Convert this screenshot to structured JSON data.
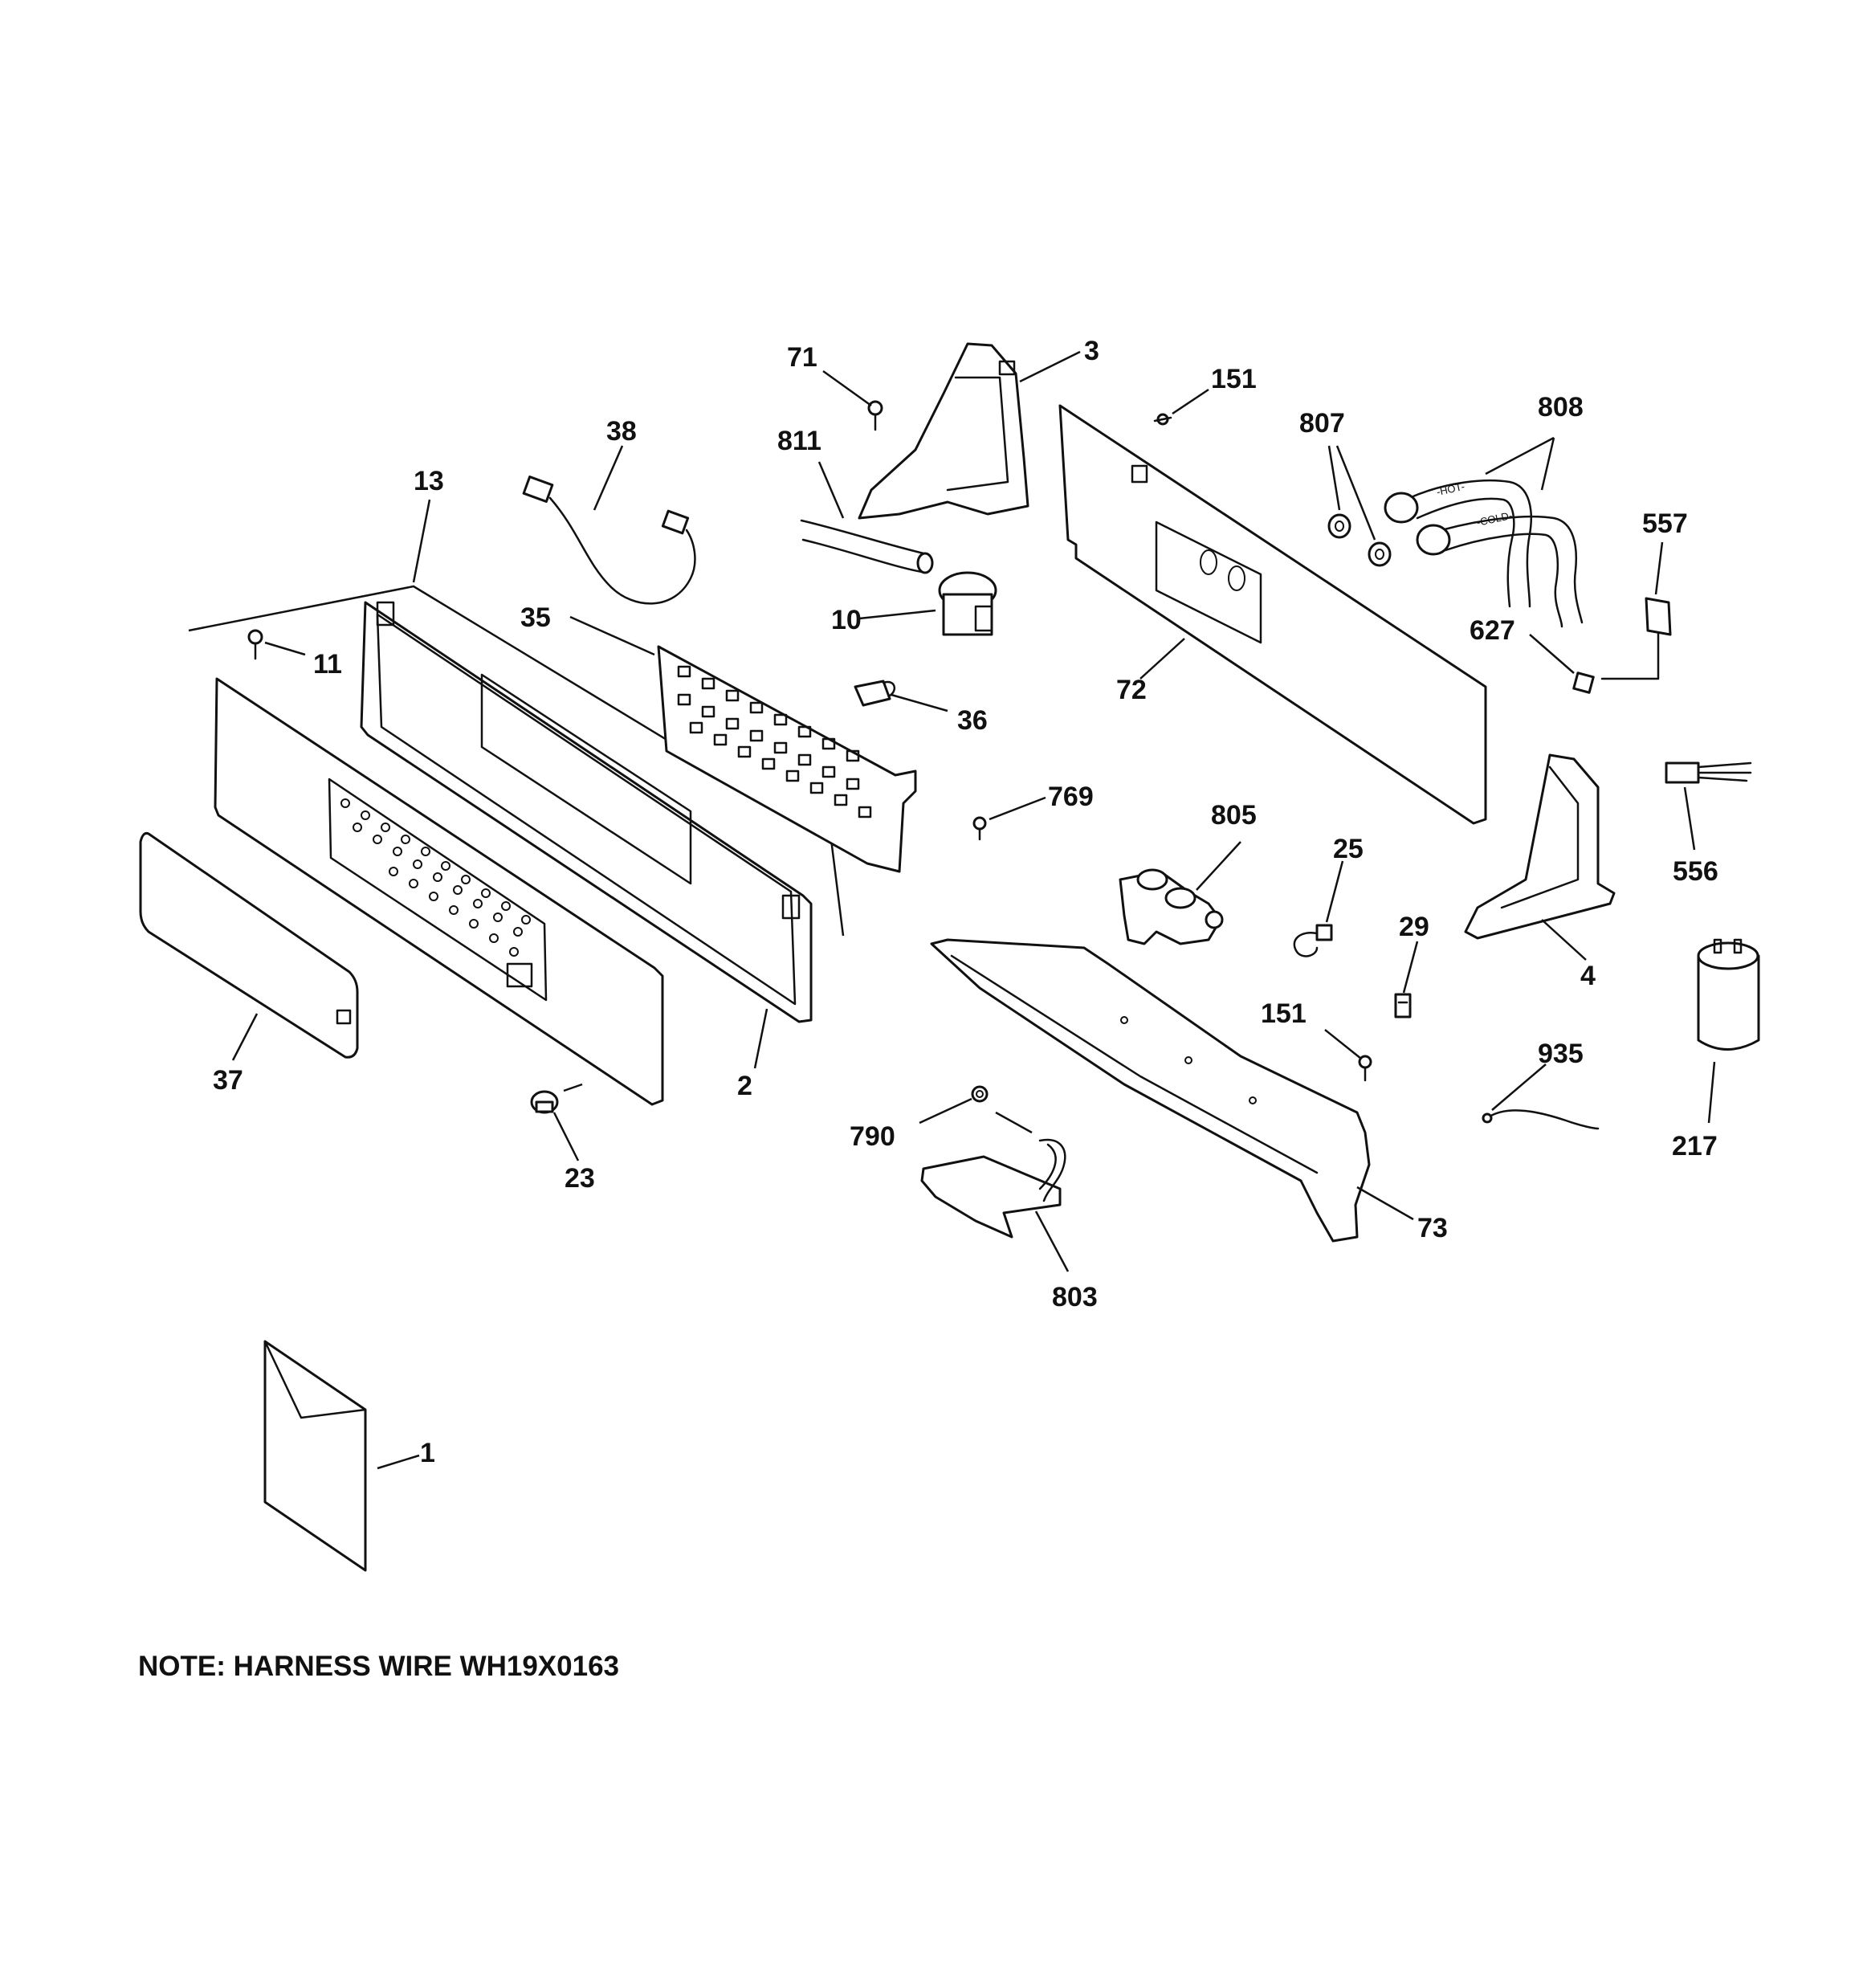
{
  "callouts": {
    "c71": "71",
    "c3": "3",
    "c151_top": "151",
    "c807": "807",
    "c808": "808",
    "c38": "38",
    "c811": "811",
    "c13": "13",
    "c557": "557",
    "c35": "35",
    "c10": "10",
    "c627": "627",
    "c11": "11",
    "c72": "72",
    "c36": "36",
    "c769": "769",
    "c805": "805",
    "c25": "25",
    "c556": "556",
    "c29": "29",
    "c4": "4",
    "c151_mid": "151",
    "c935": "935",
    "c37": "37",
    "c2": "2",
    "c790": "790",
    "c217": "217",
    "c23": "23",
    "c73": "73",
    "c803": "803",
    "c1": "1"
  },
  "hose_labels": {
    "hot": "-HOT-",
    "cold": "-COLD-"
  },
  "note": "NOTE: HARNESS WIRE WH19X0163"
}
